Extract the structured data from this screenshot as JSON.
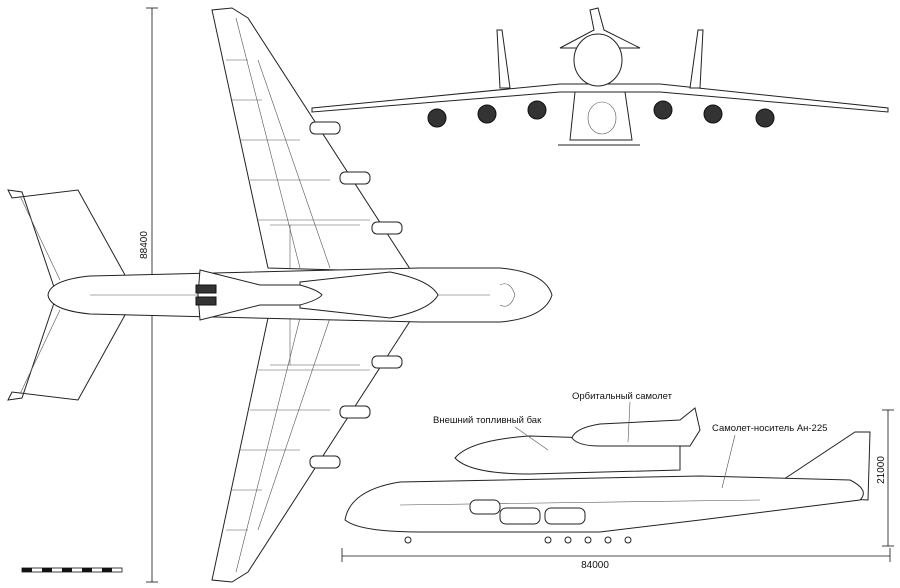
{
  "dimensions": {
    "wingspan": "88400",
    "length": "84000",
    "height": "21000"
  },
  "labels": {
    "external_tank": "Внешний топливный бак",
    "orbiter": "Орбитальный самолет",
    "carrier": "Самолет-носитель Ан-225"
  }
}
